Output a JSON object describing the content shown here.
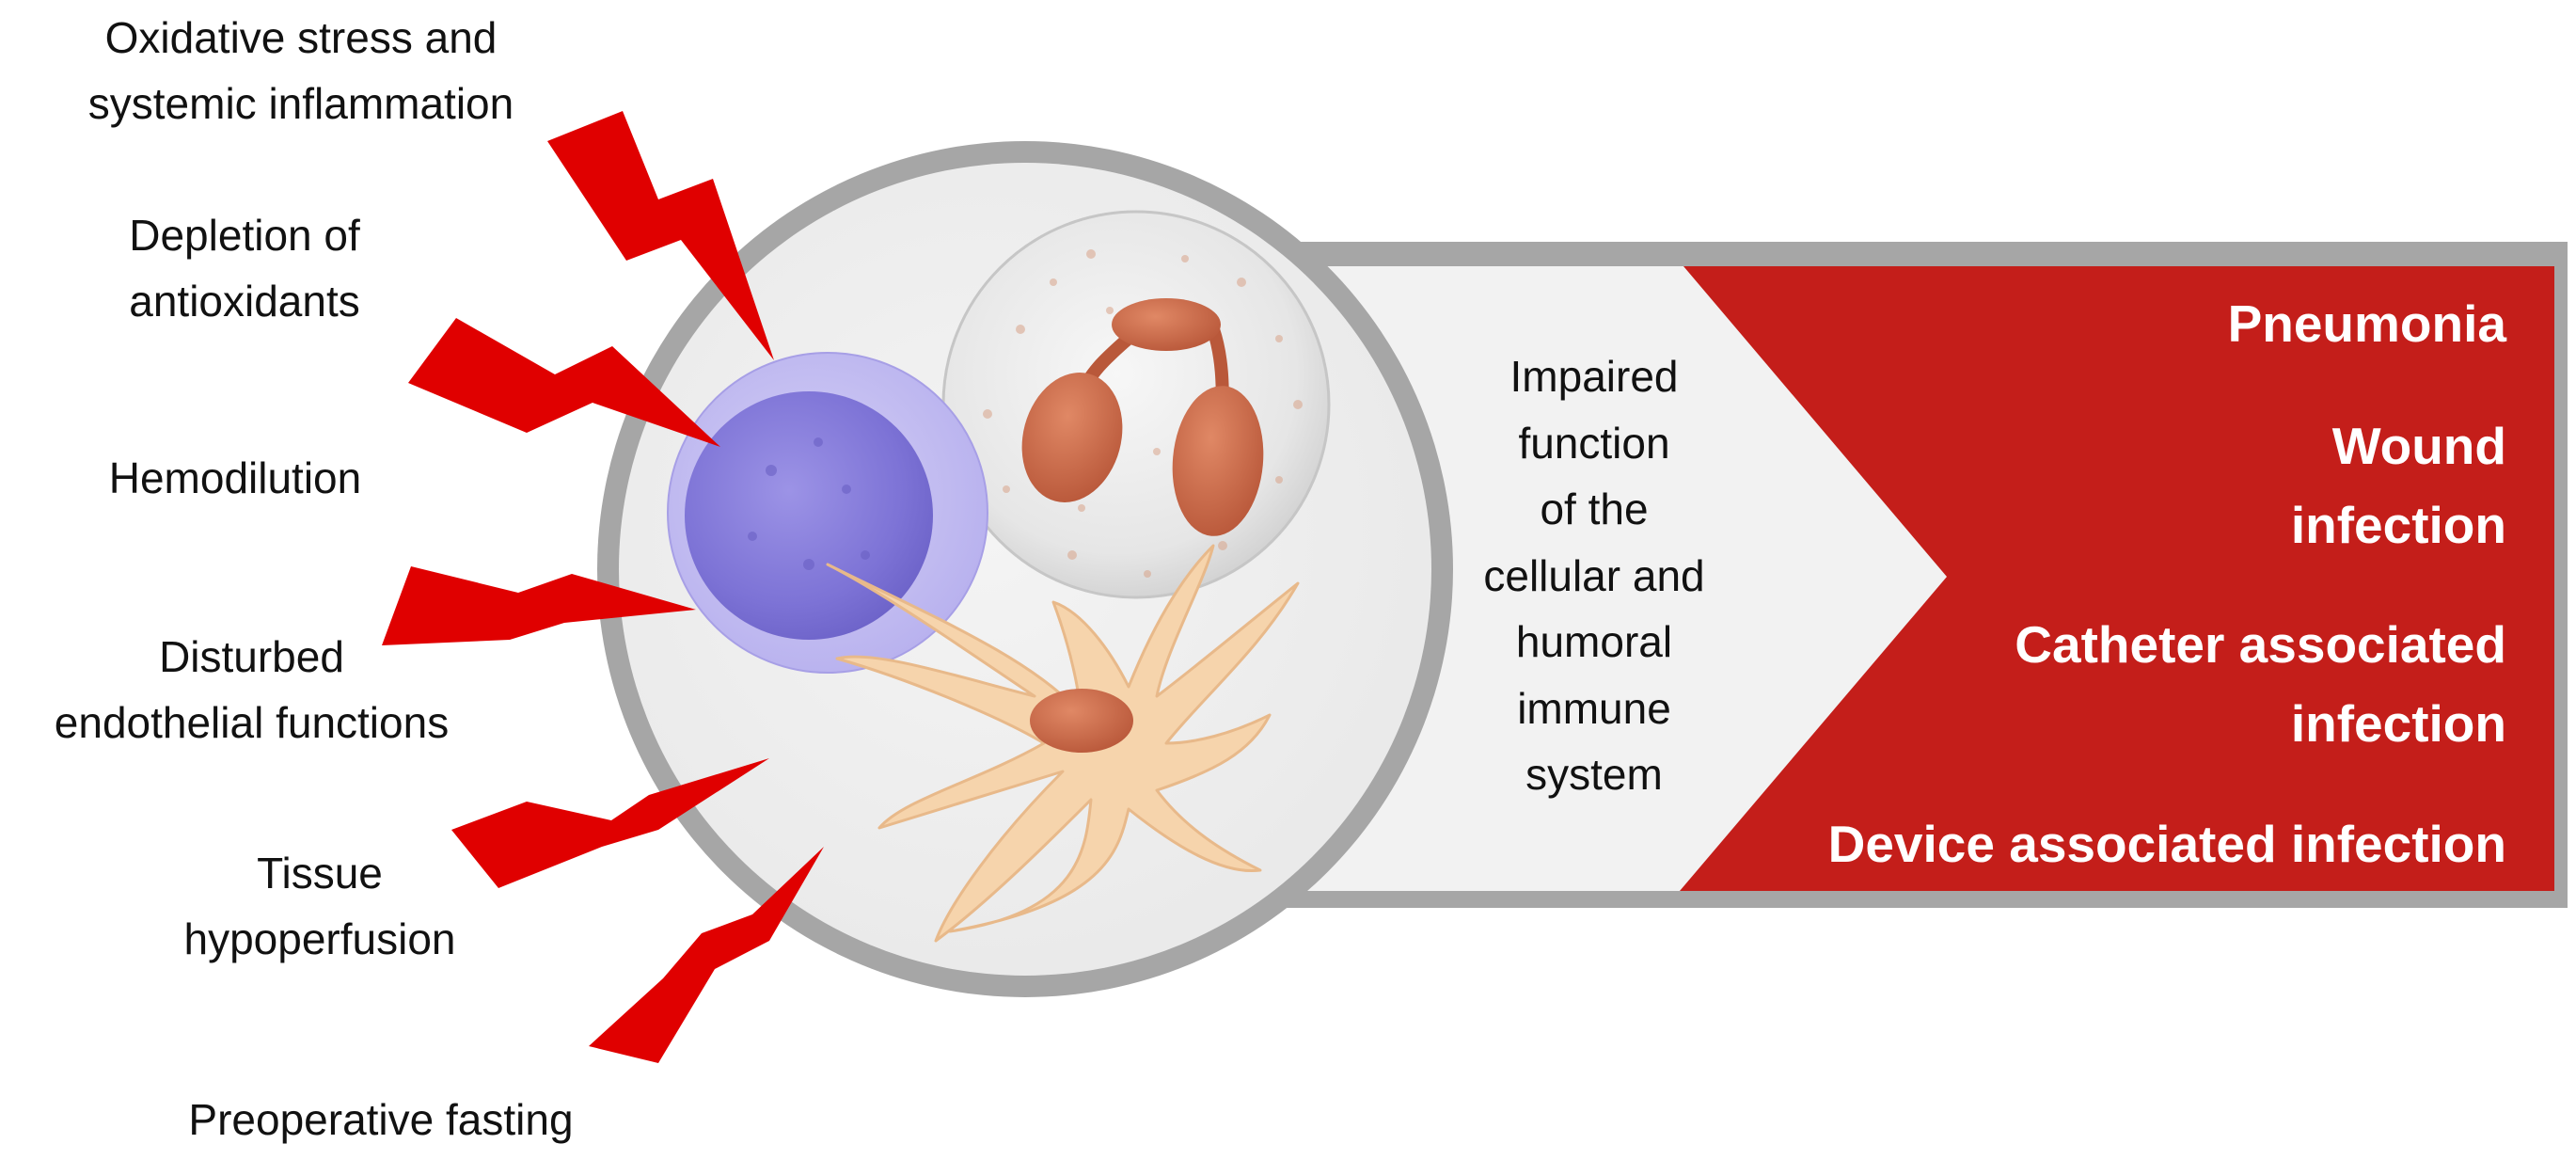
{
  "risk_factors": [
    {
      "lines": [
        "Oxidative stress and",
        "systemic inflammation"
      ]
    },
    {
      "lines": [
        "Depletion of",
        "antioxidants"
      ]
    },
    {
      "lines": [
        "Hemodilution"
      ]
    },
    {
      "lines": [
        "Disturbed",
        "endothelial functions"
      ]
    },
    {
      "lines": [
        "Tissue",
        "hypoperfusion"
      ]
    },
    {
      "lines": [
        "Preoperative fasting"
      ]
    }
  ],
  "center_text_lines": [
    "Impaired",
    "function",
    "of the",
    "cellular and",
    "humoral",
    "immune",
    "system"
  ],
  "outcomes": [
    {
      "lines": [
        "Pneumonia"
      ]
    },
    {
      "lines": [
        "Wound",
        "infection"
      ]
    },
    {
      "lines": [
        "Catheter associated",
        "infection"
      ]
    },
    {
      "lines": [
        "Device associated infection"
      ]
    }
  ],
  "colors": {
    "lightning": "#e00000",
    "outcome_panel": "#c41e1a",
    "frame_gray": "#a6a6a6",
    "panel_light": "#f2f2f2",
    "lymphocyte": "#8f86df",
    "neutrophil_nucleus": "#c86a4a",
    "dendritic_cell": "#f6d4ac"
  },
  "icons": [
    "lightning-bolt-icon",
    "lymphocyte-icon",
    "neutrophil-icon",
    "dendritic-cell-icon"
  ]
}
